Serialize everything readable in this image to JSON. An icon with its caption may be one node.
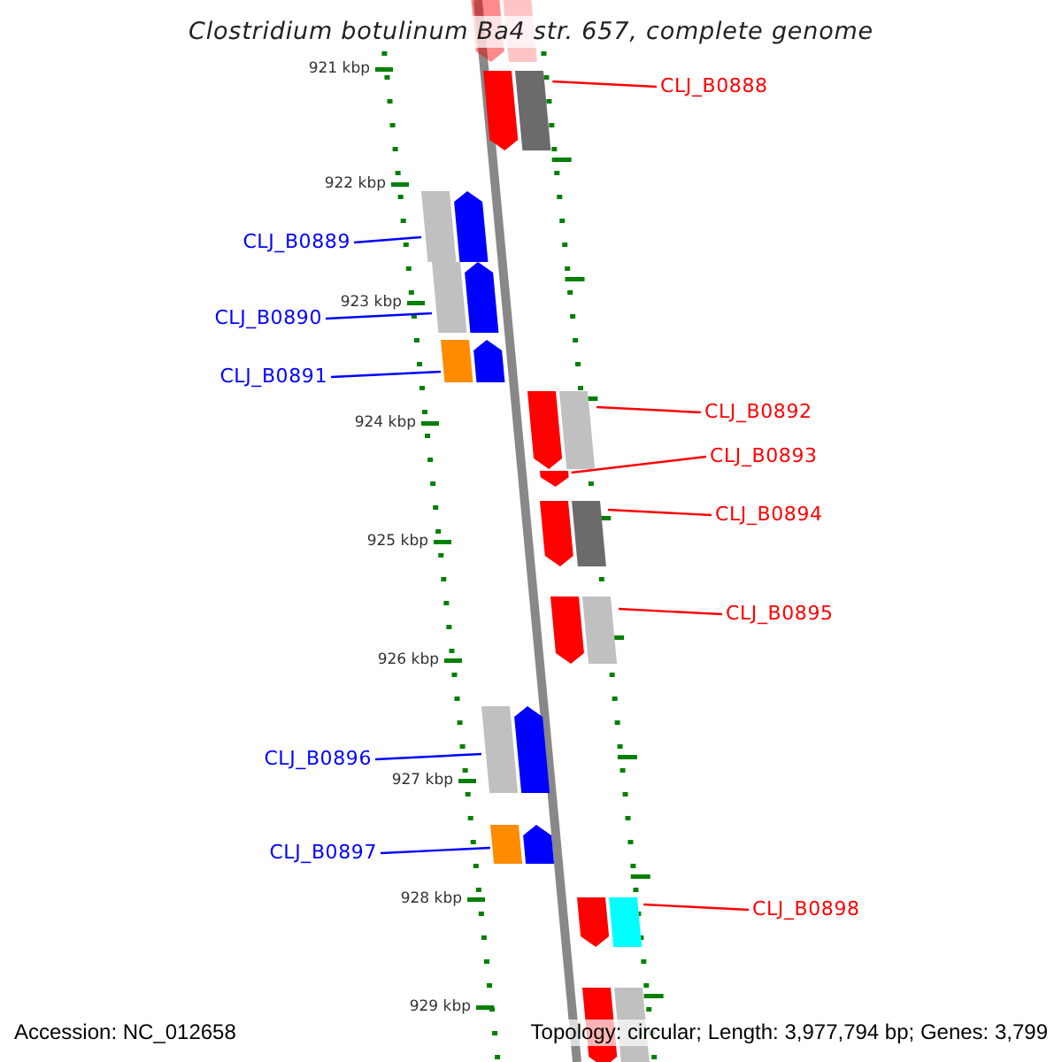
{
  "diagram": {
    "title": "Clostridium botulinum Ba4 str. 657, complete genome",
    "nodes": [
      {
        "text": [
          "CLJ_B0888"
        ]
      },
      {
        "text": [],
        "shape": "box"
      },
      {
        "text": [
          "CLJ_B0889"
        ]
      },
      {
        "text": [],
        "shape": "box"
      },
      {
        "text": [
          "CLJ_B0890"
        ]
      },
      {
        "text": [],
        "shape": "box"
      },
      {
        "text": [
          "CLJ_B0891"
        ]
      },
      {
        "text": [],
        "shape": "box"
      },
      {
        "text": [
          "CLJ_B0892"
        ]
      },
      {
        "text": [],
        "shape": "box"
      },
      {
        "text": [
          "CLJ_B0893"
        ]
      },
      {
        "text": [],
        "shape": "box"
      },
      {
        "text": [
          "CLJ_B0894"
        ]
      },
      {
        "text": [],
        "shape": "box"
      },
      {
        "text": [
          "CLJ_B0895"
        ]
      },
      {
        "text": [],
        "shape": "box"
      },
      {
        "text": [
          "CLJ_B0896"
        ]
      },
      {
        "text": [],
        "shape": "box"
      },
      {
        "text": [
          "CLJ_B0897"
        ]
      },
      {
        "text": [],
        "shape": "box"
      },
      {
        "text": [
          "CLJ_B0898"
        ]
      },
      {
        "text": [],
        "shape": "box"
      }
    ],
    "edges": [
      {
        "from": 0,
        "to": 1,
        "arrow": "none"
      },
      {
        "from": 2,
        "to": 3,
        "arrow": "none",
        "color": "#0000ff"
      },
      {
        "from": 4,
        "to": 5,
        "arrow": "none",
        "color": "#0000ff"
      },
      {
        "from": 6,
        "to": 7,
        "arrow": "none",
        "color": "#0000ff"
      },
      {
        "from": 8,
        "to": 9,
        "arrow": "none"
      },
      {
        "from": 10,
        "to": 11,
        "arrow": "none"
      },
      {
        "from": 12,
        "to": 13,
        "arrow": "none"
      },
      {
        "from": 14,
        "to": 15,
        "arrow": "none"
      },
      {
        "from": 16,
        "to": 17,
        "arrow": "none",
        "color": "#0000ff"
      },
      {
        "from": 18,
        "to": 19,
        "arrow": "none",
        "color": "#0000ff"
      },
      {
        "from": 20,
        "to": 21,
        "arrow": "none"
      }
    ],
    "labels": [
      "921 kbp",
      "922 kbp",
      "923 kbp",
      "924 kbp",
      "925 kbp",
      "926 kbp",
      "927 kbp",
      "928 kbp",
      "929 kbp",
      "Accession: NC_012658",
      "Topology: circular; Length: 3,977,794 bp; Genes: 3,799"
    ]
  }
}
